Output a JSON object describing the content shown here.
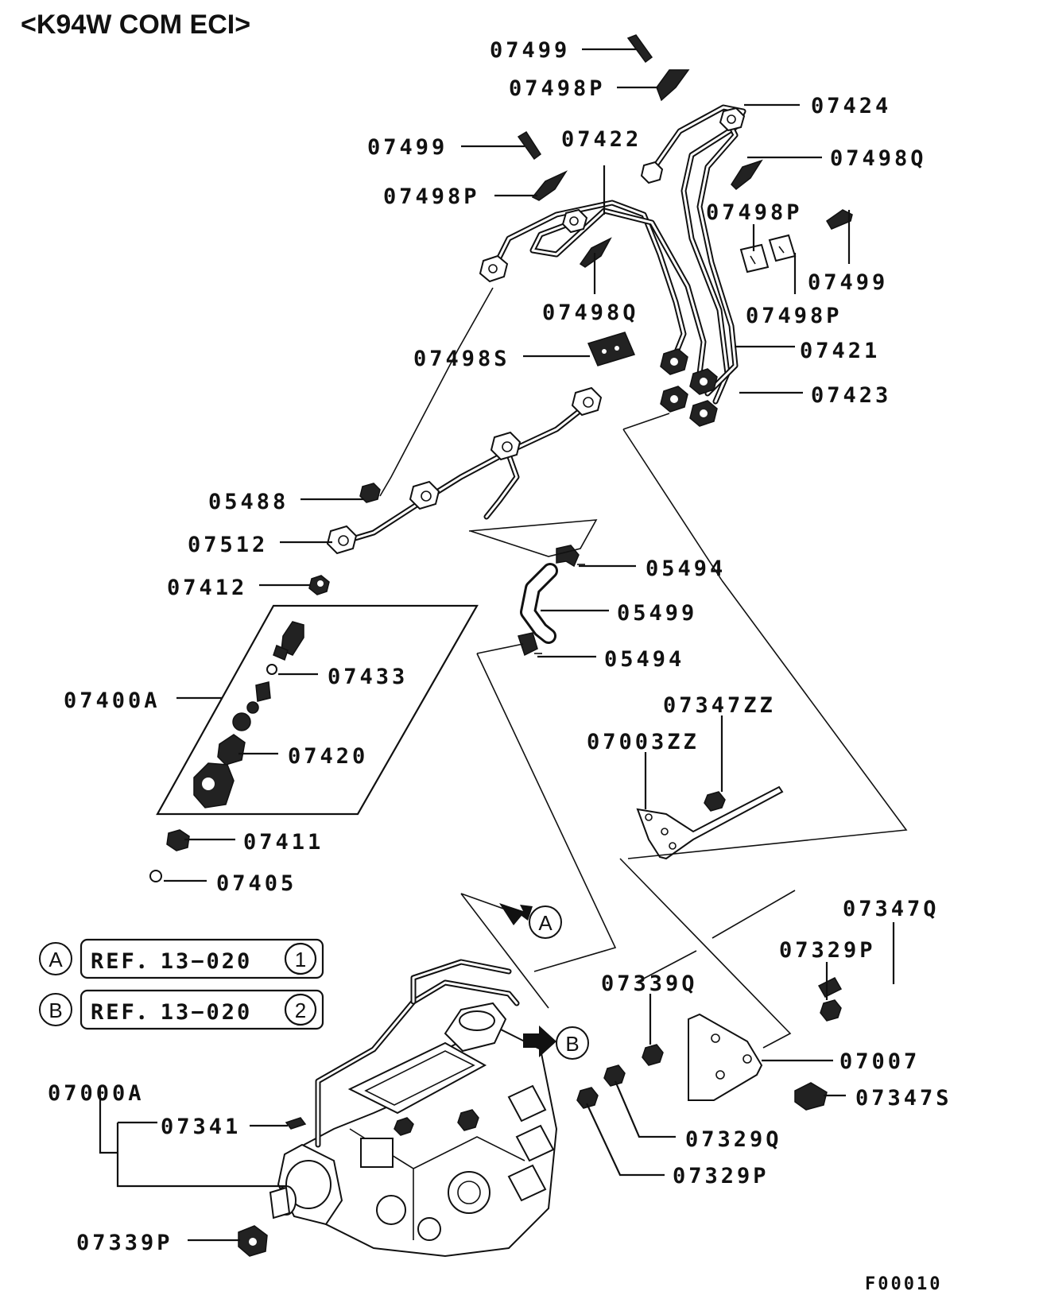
{
  "title": "<K94W COM ECI>",
  "figure_code": "F00010",
  "references": [
    {
      "marker": "A",
      "text": "REF．13−020",
      "num": "1"
    },
    {
      "marker": "B",
      "text": "REF．13−020",
      "num": "2"
    }
  ],
  "callout_markers": {
    "a": "A",
    "b": "B"
  },
  "labels": {
    "l01": "07499",
    "l02": "07498P",
    "l03": "07424",
    "l04": "07499",
    "l05": "07422",
    "l06": "07498Q",
    "l07": "07498P",
    "l08": "07498P",
    "l09": "07499",
    "l10": "07498Q",
    "l11": "07498P",
    "l12": "07498S",
    "l13": "07421",
    "l14": "07423",
    "l15": "05488",
    "l16": "07512",
    "l17": "07412",
    "l18": "05494",
    "l19": "05499",
    "l20": "05494",
    "l21": "07433",
    "l22": "07400A",
    "l23": "07420",
    "l24": "07347ZZ",
    "l25": "07003ZZ",
    "l26": "07411",
    "l27": "07405",
    "l28": "07347Q",
    "l29": "07329P",
    "l30": "07339Q",
    "l31": "07007",
    "l32": "07347S",
    "l33": "07000A",
    "l34": "07341",
    "l35": "07329Q",
    "l36": "07329P",
    "l37": "07339P"
  }
}
